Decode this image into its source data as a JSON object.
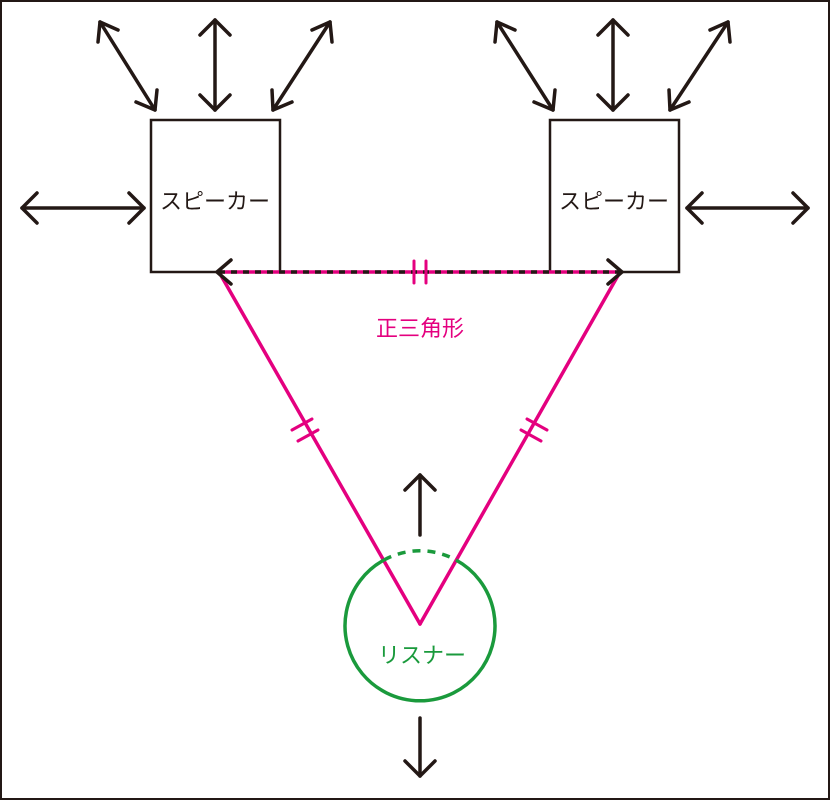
{
  "diagram": {
    "speaker_left": {
      "label": "スピーカー"
    },
    "speaker_right": {
      "label": "スピーカー"
    },
    "triangle": {
      "label": "正三角形",
      "color": "#e4007f"
    },
    "listener": {
      "label": "リスナー",
      "color": "#1a9a3c"
    },
    "arrow_color": "#231815",
    "frame_color": "#231815"
  }
}
